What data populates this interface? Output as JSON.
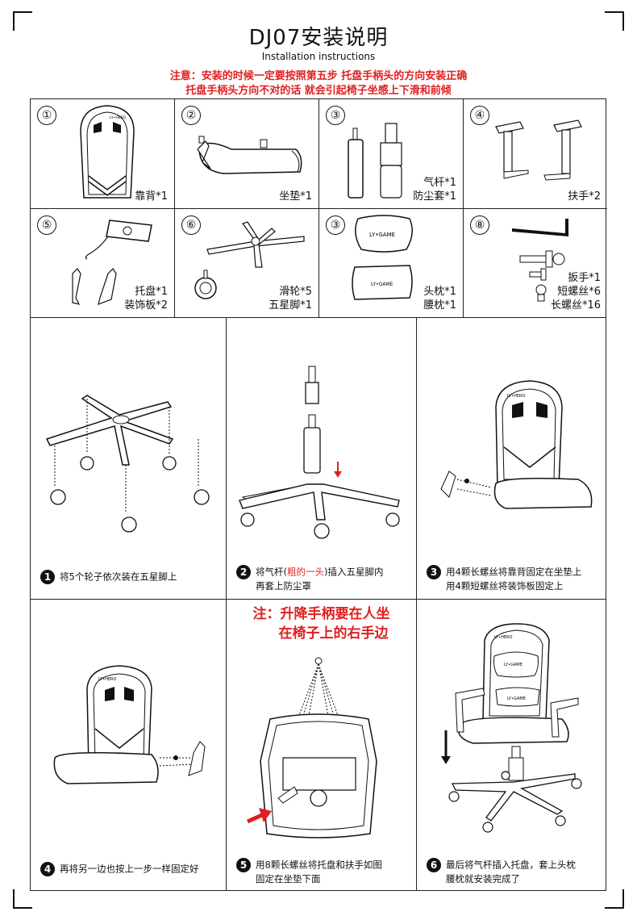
{
  "header": {
    "title": "DJ07安装说明",
    "subtitle": "Installation instructions",
    "note_line1": "注意：安装的时候一定要按照第五步 托盘手柄头的方向安装正确",
    "note_line2": "托盘手柄头方向不对的话 就会引起椅子坐感上下滑和前倾"
  },
  "parts": [
    {
      "num": "①",
      "lines": [
        "靠背*1"
      ]
    },
    {
      "num": "②",
      "lines": [
        "坐垫*1"
      ]
    },
    {
      "num": "③",
      "lines": [
        "气杆*1",
        "防尘套*1"
      ]
    },
    {
      "num": "④",
      "lines": [
        "扶手*2"
      ]
    },
    {
      "num": "⑤",
      "lines": [
        "托盘*1",
        "装饰板*2"
      ]
    },
    {
      "num": "⑥",
      "lines": [
        "滑轮*5",
        "五星脚*1"
      ]
    },
    {
      "num": "③",
      "lines": [
        "头枕*1",
        "腰枕*1"
      ]
    },
    {
      "num": "⑧",
      "lines": [
        "扳手*1",
        "短螺丝*6",
        "长螺丝*16"
      ]
    }
  ],
  "brand": {
    "backrest": "LY•HERO",
    "pillow": "LY•GAME"
  },
  "steps": [
    {
      "num": "1",
      "text1": "将5个轮子依次装在五星脚上",
      "text2": ""
    },
    {
      "num": "2",
      "text1_a": "将气杆(",
      "text1_red": "粗的一头",
      "text1_b": ")插入五星脚内",
      "text2": "再套上防尘罩"
    },
    {
      "num": "3",
      "text1": "用4颗长螺丝将靠背固定在坐垫上",
      "text2": "用4颗短螺丝将装饰板固定上"
    },
    {
      "num": "4",
      "text1": "再将另一边也按上一步一样固定好",
      "text2": ""
    },
    {
      "num": "5",
      "text1": "用8颗长螺丝将托盘和扶手如图",
      "text2": "固定在坐垫下面"
    },
    {
      "num": "6",
      "text1": "最后将气杆插入托盘，套上头枕",
      "text2": "腰枕就安装完成了"
    }
  ],
  "warning": {
    "line1": "注：升降手柄要在人坐",
    "line2": "在椅子上的右手边"
  },
  "colors": {
    "accent_red": "#e02020",
    "ink": "#111111"
  }
}
